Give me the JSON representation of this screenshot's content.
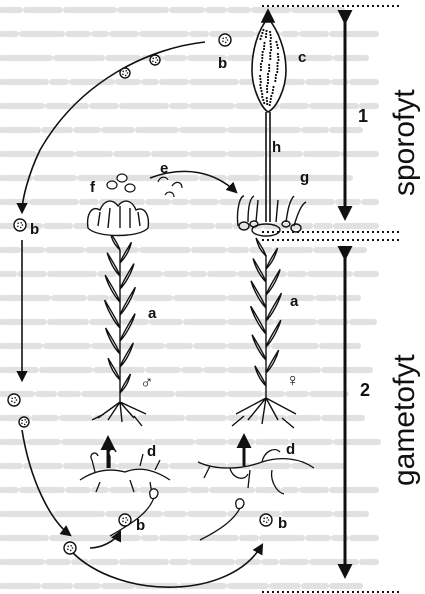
{
  "diagram": {
    "labels": {
      "a_left": "a",
      "a_right": "a",
      "b_top": "b",
      "b_left": "b",
      "b_bottom_left": "b",
      "b_bottom_right": "b",
      "c": "c",
      "d_left": "d",
      "d_right": "d",
      "e": "e",
      "f": "f",
      "g": "g",
      "h": "h",
      "male_symbol": "♂",
      "female_symbol": "♀",
      "num_1": "1",
      "num_2": "2"
    },
    "phase_labels": {
      "sporophyte": "sporofyt",
      "gametophyte": "gametofyt"
    },
    "colors": {
      "ink": "#111111",
      "background_text": "#8a8a8a"
    }
  }
}
